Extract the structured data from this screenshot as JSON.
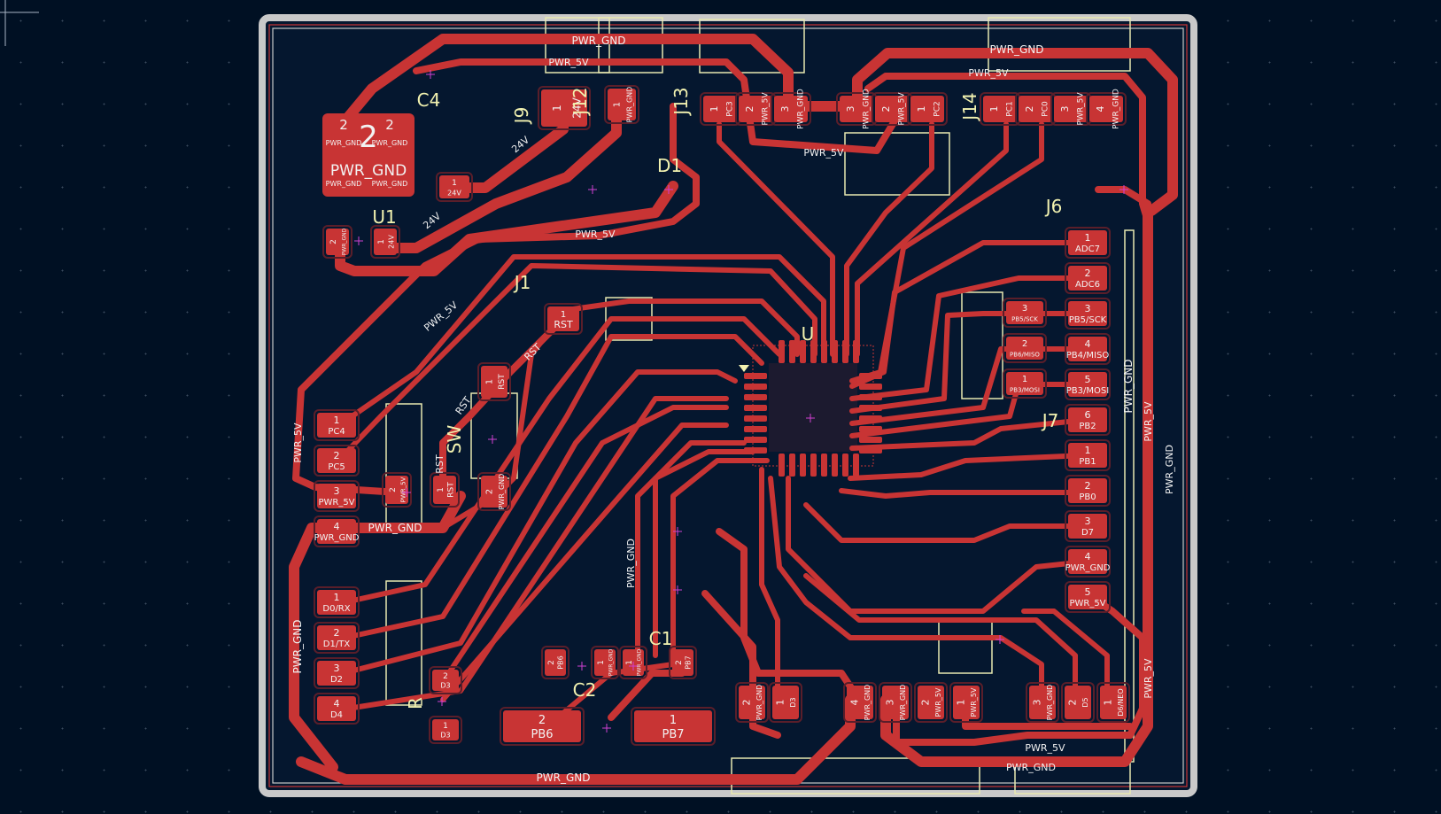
{
  "colors": {
    "background": "#001023",
    "copper": "#c83434",
    "silkscreen": "#e8e8b0",
    "edge": "#c9c9c9",
    "text": "#f2f2f2"
  },
  "board": {
    "net_labels": [
      "PWR_GND",
      "PWR_5V",
      "24V",
      "RST"
    ]
  },
  "references": {
    "C4": "C4",
    "J9": "J9",
    "J12": "J12",
    "J13": "J13",
    "J14": "J14",
    "U1": "U1",
    "J6": "J6",
    "D1": "D1",
    "C1": "C1",
    "C2": "C2",
    "U": "U",
    "J1": "J1",
    "SW": "SW",
    "J7": "J7",
    "R": "R"
  },
  "nets": {
    "gnd": "PWR_GND",
    "v5": "PWR_5V",
    "v24": "24V",
    "rst": "RST"
  },
  "big_pad": {
    "num": "2",
    "label": "PWR_GND"
  },
  "connectors": {
    "j13": [
      {
        "num": "1",
        "name": "PC3"
      },
      {
        "num": "2",
        "name": "PWR_5V"
      },
      {
        "num": "3",
        "name": "PWR_GND"
      }
    ],
    "j14": [
      {
        "num": "3",
        "name": "PWR_GND"
      },
      {
        "num": "2",
        "name": "PWR_5V"
      },
      {
        "num": "1",
        "name": "PC2"
      }
    ],
    "j15": [
      {
        "num": "1",
        "name": "PC1"
      },
      {
        "num": "2",
        "name": "PC0"
      },
      {
        "num": "3",
        "name": "PWR_5V"
      },
      {
        "num": "4",
        "name": "PWR_GND"
      }
    ],
    "j6": [
      {
        "num": "1",
        "name": "ADC7"
      },
      {
        "num": "2",
        "name": "ADC6"
      },
      {
        "num": "3",
        "name": "PB5/SCK"
      },
      {
        "num": "4",
        "name": "PB4/MISO"
      },
      {
        "num": "5",
        "name": "PB3/MOSI"
      },
      {
        "num": "6",
        "name": "PB2"
      }
    ],
    "j6b": [
      {
        "num": "1",
        "name": "PB1"
      },
      {
        "num": "2",
        "name": "PB0"
      },
      {
        "num": "3",
        "name": "D7"
      },
      {
        "num": "4",
        "name": "PWR_GND"
      },
      {
        "num": "5",
        "name": "PWR_5V"
      }
    ],
    "isp": [
      {
        "num": "3",
        "name": "PB5/SCK"
      },
      {
        "num": "2",
        "name": "PB6/MISO"
      },
      {
        "num": "1",
        "name": "PB3/MOSI"
      }
    ],
    "left1": [
      {
        "num": "1",
        "name": "PC4"
      },
      {
        "num": "2",
        "name": "PC5"
      },
      {
        "num": "3",
        "name": "PWR_5V"
      },
      {
        "num": "4",
        "name": "PWR_GND"
      }
    ],
    "left2": [
      {
        "num": "1",
        "name": "D0/RX"
      },
      {
        "num": "2",
        "name": "D1/TX"
      },
      {
        "num": "3",
        "name": "D2"
      },
      {
        "num": "4",
        "name": "D4"
      }
    ],
    "bottom": [
      {
        "num": "2",
        "name": "PWR_GND"
      },
      {
        "num": "1",
        "name": "D3"
      }
    ],
    "bottom2": [
      {
        "num": "4",
        "name": "PWR_GND"
      },
      {
        "num": "3",
        "name": "PWR_GND"
      },
      {
        "num": "2",
        "name": "PWR_5V"
      },
      {
        "num": "1",
        "name": "PWR_5V"
      }
    ],
    "bottom3": [
      {
        "num": "3",
        "name": "PWR_GND"
      },
      {
        "num": "2",
        "name": "D5"
      },
      {
        "num": "1",
        "name": "D6/NEO"
      }
    ],
    "crystal": [
      {
        "num": "2",
        "name": "PB6"
      },
      {
        "num": "1",
        "name": "PB7"
      }
    ]
  },
  "small_pads": {
    "rst_pad": {
      "num": "1",
      "name": "RST"
    },
    "j9_pad": {
      "num": "1",
      "name": "24V"
    },
    "j12_pad": {
      "num": "1",
      "name": "PWR_GND"
    },
    "sw_top": {
      "num": "1",
      "name": "RST"
    },
    "sw_bot": {
      "num": "2",
      "name": "PWR_GND"
    },
    "r_pad": {
      "num": "1",
      "name": "RST"
    },
    "r_pad2": {
      "num": "2",
      "name": "PWR_5V"
    },
    "c2_a": {
      "num": "2",
      "name": "PB6"
    },
    "c2_b": {
      "num": "1",
      "name": "PWR_GND"
    },
    "c1_a": {
      "num": "1",
      "name": "PWR_GND"
    },
    "c1_b": {
      "num": "2",
      "name": "PB7"
    },
    "d3a": {
      "num": "2",
      "name": "D3"
    },
    "d3b": {
      "num": "1",
      "name": "D3"
    },
    "u1_a": {
      "num": "2",
      "name": "PWR_GND"
    },
    "u1_b": {
      "num": "1",
      "name": "24V"
    },
    "u1_c": {
      "num": "1",
      "name": "24V"
    }
  }
}
